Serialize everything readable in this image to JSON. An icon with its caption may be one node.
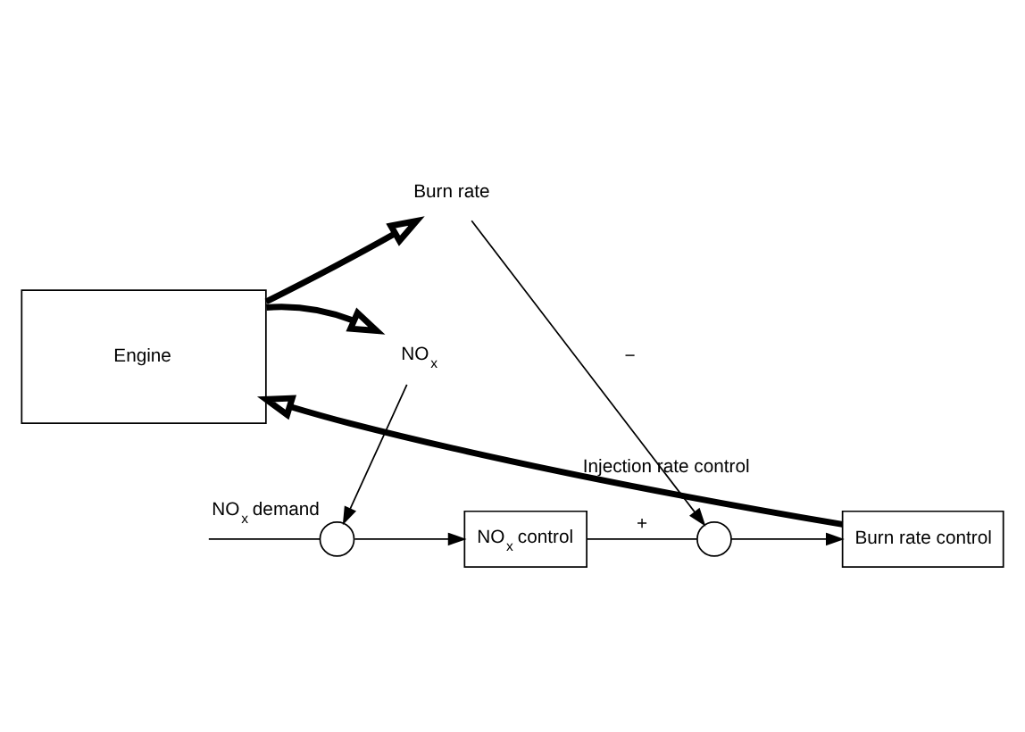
{
  "diagram": {
    "nodes": [
      {
        "text": [
          "Engine"
        ]
      },
      {
        "text": [
          "NO$_{x}$ control"
        ]
      },
      {
        "text": [
          "Burn rate control"
        ]
      },
      {
        "text": [],
        "shape": "circle",
        "beside": [
          "NO$_{x}$ demand"
        ]
      },
      {
        "text": [],
        "shape": "circle"
      },
      {
        "text": [
          "Burn rate"
        ]
      },
      {
        "text": [
          "NO$_{x}$"
        ]
      }
    ],
    "edges": [
      {
        "from": 0,
        "to": 5,
        "arrow": "to",
        "style": "thick"
      },
      {
        "from": 5,
        "to": 4,
        "arrow": "to",
        "label": "−"
      },
      {
        "from": 2,
        "to": 0,
        "arrow": "to",
        "style": "thick",
        "label": "Injection rate control"
      },
      {
        "from": 0,
        "to": 6,
        "arrow": "to",
        "style": "thick"
      },
      {
        "from": 6,
        "to": 3,
        "arrow": "to"
      },
      {
        "from": null,
        "to": 3,
        "arrow": "none"
      },
      {
        "from": 3,
        "to": 1,
        "arrow": "to"
      },
      {
        "from": 1,
        "to": 4,
        "arrow": "none",
        "label": "+"
      },
      {
        "from": 4,
        "to": 2,
        "arrow": "to"
      }
    ]
  }
}
